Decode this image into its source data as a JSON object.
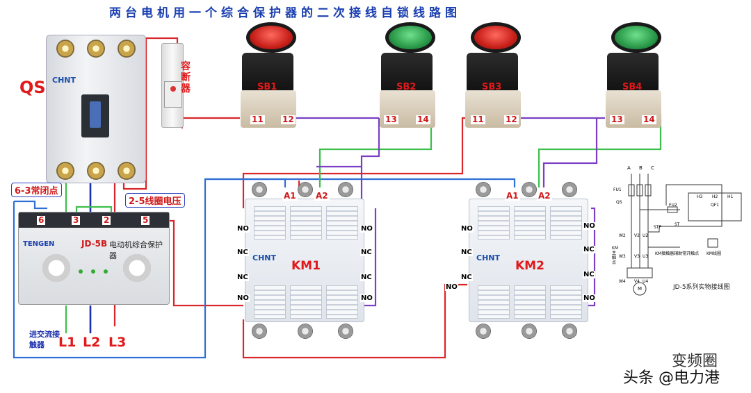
{
  "title": "两台电机用一个综合保护器的二次接线自锁线路图",
  "labels": {
    "qs": "QS",
    "fuse": "容断器",
    "normally_closed": "6-3常闭点",
    "coil_voltage": "2-5线圈电压",
    "incoming": "进交流接触器",
    "l1": "L1",
    "l2": "L2",
    "l3": "L3"
  },
  "breaker": {
    "brand": "CHNT"
  },
  "protector": {
    "brand": "TENGEN",
    "model": "JD-5B",
    "name": "电动机综合保护器",
    "terminals": [
      "6",
      "3",
      "2",
      "5"
    ]
  },
  "buttons": [
    {
      "id": "SB1",
      "cap_color": "#d42a22",
      "left_terminal": "11",
      "right_terminal": "12"
    },
    {
      "id": "SB2",
      "cap_color": "#2a9a4a",
      "left_terminal": "13",
      "right_terminal": "14"
    },
    {
      "id": "SB3",
      "cap_color": "#d42a22",
      "left_terminal": "11",
      "right_terminal": "12"
    },
    {
      "id": "SB4",
      "cap_color": "#2a9a4a",
      "left_terminal": "13",
      "right_terminal": "14"
    }
  ],
  "contactors": [
    {
      "id": "KM1",
      "brand": "CHNT",
      "coil_a1": "A1",
      "coil_a2": "A2",
      "aux_left": [
        "NO",
        "NC",
        "NC",
        "NO"
      ],
      "aux_right": [
        "NO",
        "NC",
        "NC",
        "NO"
      ]
    },
    {
      "id": "KM2",
      "brand": "CHNT",
      "coil_a1": "A1",
      "coil_a2": "A2",
      "aux_left": [
        "NO",
        "NC",
        "NC",
        "NO"
      ],
      "aux_right": [
        "NO",
        "NC",
        "NC",
        "NO"
      ]
    }
  ],
  "schematic": {
    "caption": "JD-5系列实物接线图",
    "phases": [
      "A",
      "B",
      "C"
    ],
    "labels": [
      "FU1",
      "QS",
      "FU2",
      "STP",
      "ST",
      "QF1",
      "H3",
      "H2",
      "H1",
      "KM接触器辅助常开触点",
      "KM线圈",
      "KM主触点",
      "W2",
      "V2",
      "U2",
      "W3",
      "V3",
      "U3",
      "W4",
      "V4",
      "U4",
      "M"
    ]
  },
  "watermark": {
    "top": "变频圈",
    "bottom": "头条 @电力港"
  },
  "wire_colors": {
    "red": "#d8262b",
    "blue": "#2f6fd6",
    "purple": "#7a3fc4",
    "green": "#3cbf4a",
    "dark_blue": "#1a2fb0"
  }
}
